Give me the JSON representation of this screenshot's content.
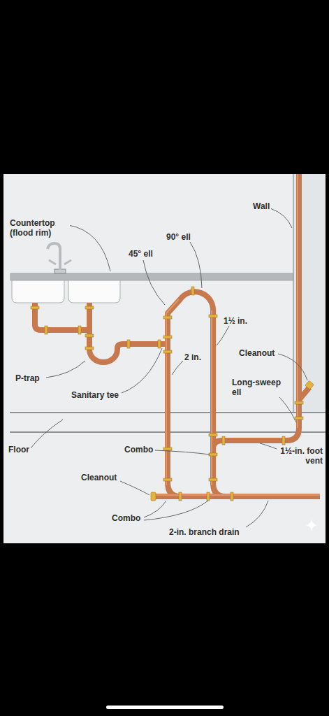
{
  "diagram": {
    "labels": [
      "Countertop (flood rim)",
      "Wall",
      "90° ell",
      "45° ell",
      "1½ in.",
      "Cleanout",
      "P-trap",
      "2 in.",
      "Sanitary tee",
      "Long-sweep ell",
      "Floor",
      "Combo",
      "1½-in. foot vent",
      "Cleanout",
      "Combo",
      "2-in. branch drain"
    ]
  }
}
